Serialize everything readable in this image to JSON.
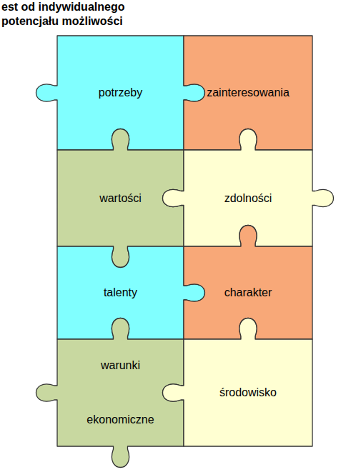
{
  "diagram": {
    "title": "est od indywidualnego potencjału możliwości",
    "nodes": [
      {
        "text": [
          "potrzeby"
        ]
      },
      {
        "text": [
          "zainteresowania"
        ]
      },
      {
        "text": [
          "wartości"
        ]
      },
      {
        "text": [
          "zdolności"
        ]
      },
      {
        "text": [
          "talenty"
        ]
      },
      {
        "text": [
          "charakter"
        ]
      },
      {
        "text": [
          "warunki ekonomiczne"
        ]
      },
      {
        "text": [
          "środowisko"
        ]
      }
    ]
  }
}
